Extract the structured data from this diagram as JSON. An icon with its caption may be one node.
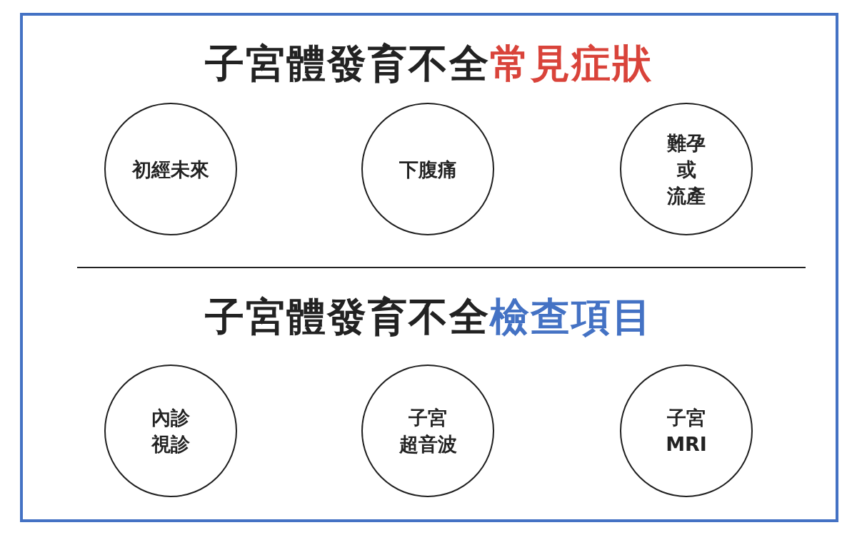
{
  "diagram": {
    "nodes": [
      {
        "text": [
          "初經未來"
        ]
      },
      {
        "text": [
          "下腹痛"
        ]
      },
      {
        "text": [
          "難孕或流產"
        ]
      },
      {
        "text": [
          "內診視診"
        ]
      },
      {
        "text": [
          "子宮超音波"
        ]
      },
      {
        "text": [
          "子宮MRI"
        ]
      }
    ],
    "labels": [
      "子宮體發育不全",
      "常見症狀",
      "子宮體發育不全",
      "檢查項目"
    ]
  }
}
